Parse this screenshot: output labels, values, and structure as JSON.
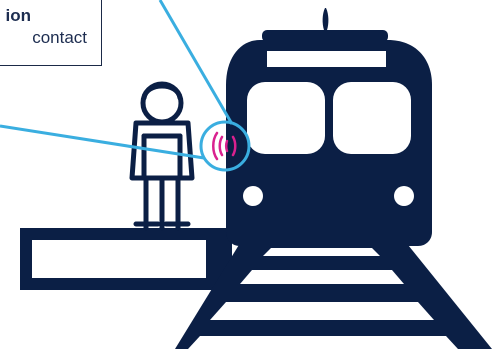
{
  "callout": {
    "title_fragment": "ion",
    "subtitle_fragment": "contact"
  },
  "colors": {
    "navy": "#0b1f45",
    "cyan": "#3aaee0",
    "magenta": "#d9218f",
    "white": "#ffffff"
  },
  "icons": [
    "train-icon",
    "person-icon",
    "platform-icon",
    "rail-track-icon",
    "nfc-signal-icon",
    "callout-connector-lines"
  ]
}
